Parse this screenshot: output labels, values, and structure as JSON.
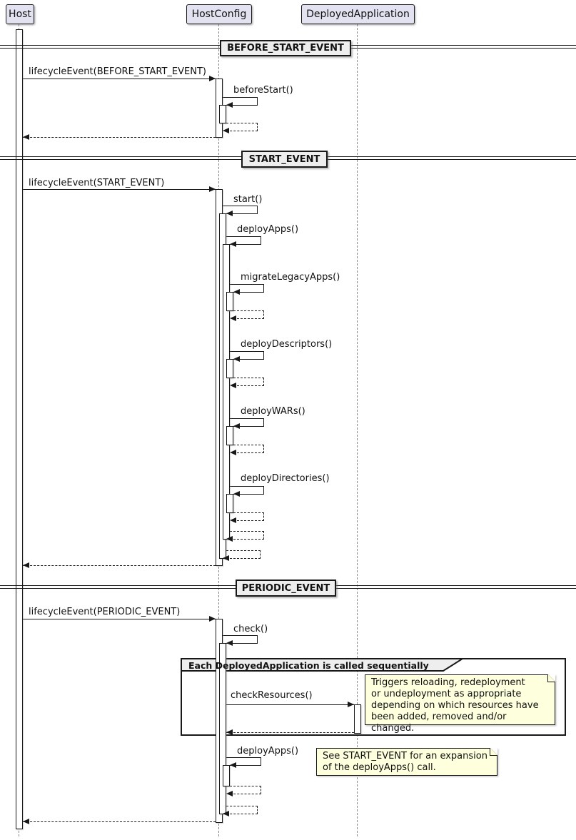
{
  "diagram": {
    "participants": [
      {
        "label": "Host"
      },
      {
        "label": "HostConfig"
      },
      {
        "label": "DeployedApplication"
      }
    ],
    "dividers": [
      {
        "label": "BEFORE_START_EVENT"
      },
      {
        "label": "START_EVENT"
      },
      {
        "label": "PERIODIC_EVENT"
      }
    ],
    "messages": {
      "before_lifecycle": "lifecycleEvent(BEFORE_START_EVENT)",
      "before_start": "beforeStart()",
      "start_lifecycle": "lifecycleEvent(START_EVENT)",
      "start": "start()",
      "deploy_apps": "deployApps()",
      "migrate_legacy_apps": "migrateLegacyApps()",
      "deploy_descriptors": "deployDescriptors()",
      "deploy_wars": "deployWARs()",
      "deploy_directories": "deployDirectories()",
      "periodic_lifecycle": "lifecycleEvent(PERIODIC_EVENT)",
      "check": "check()",
      "check_resources": "checkResources()",
      "deploy_apps_periodic": "deployApps()"
    },
    "group": {
      "label": "Each DeployedApplication is called sequentially"
    },
    "notes": {
      "check_resources_note": "Triggers reloading, redeployment\nor undeployment as appropriate\ndepending on which resources have\nbeen added, removed and/or changed.",
      "deploy_apps_note": "See START_EVENT for an expansion\nof the deployApps() call."
    },
    "colors": {
      "line": "#181818",
      "participant_fill": "#E2E2F0",
      "divider_fill": "#EEEEEE",
      "note_fill": "#FEFFDD",
      "lifeline": "#888888"
    }
  }
}
